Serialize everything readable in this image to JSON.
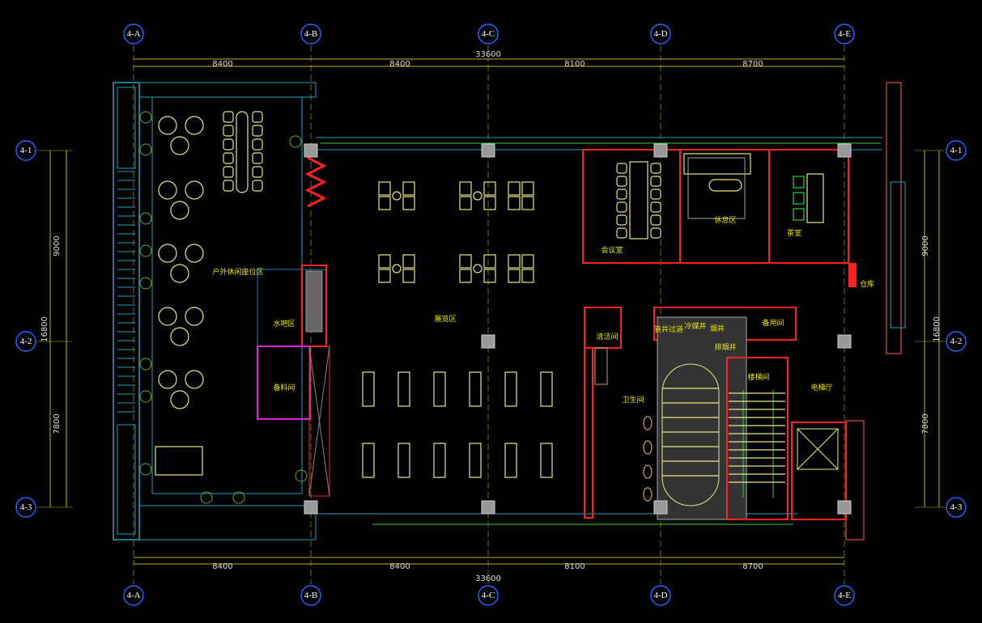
{
  "axes": {
    "columns": [
      "4-A",
      "4-B",
      "4-C",
      "4-D",
      "4-E"
    ],
    "rows": [
      "4-1",
      "4-2",
      "4-3"
    ]
  },
  "dimensions": {
    "horizontal_segments": [
      "8400",
      "8400",
      "8100",
      "8700"
    ],
    "horizontal_total": "33600",
    "vertical_segments": [
      "9000",
      "7800"
    ],
    "vertical_total": "16800"
  },
  "rooms": {
    "outdoor_seating": "户外休闲座位区",
    "water_bar": "水吧区",
    "prep_room": "备料间",
    "exhibition": "展览区",
    "meeting_room": "会议室",
    "lounge": "休息区",
    "tea_room": "茶室",
    "storage": "仓库",
    "cleaning_room": "清洁间",
    "shaft_corridor": "管井过道",
    "refrigerant_shaft": "冷媒井",
    "flue_shaft": "烟井",
    "smoke_exhaust_shaft": "排烟井",
    "spare_room": "备用间",
    "stairwell": "楼梯间",
    "elevator_lobby": "电梯厅",
    "restroom": "卫生间"
  },
  "colors": {
    "wall": "#ff2020",
    "wall_inner": "#e020e0",
    "furniture": "#e6e68a",
    "window": "#20c0c0",
    "axis": "#2a5cff",
    "dim": "#c8c800"
  }
}
